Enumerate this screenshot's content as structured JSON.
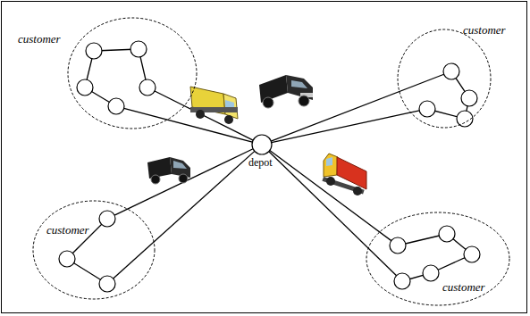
{
  "diagram": {
    "nodes": [
      {
        "text": [
          "customer"
        ]
      },
      {
        "text": [
          "customer"
        ]
      },
      {
        "text": [
          "depot"
        ]
      },
      {
        "text": [
          "customer"
        ]
      },
      {
        "text": [
          "customer"
        ]
      }
    ],
    "edges": [
      {
        "from": 2,
        "to": 0,
        "arrow": "none"
      },
      {
        "from": 2,
        "to": 0,
        "arrow": "none"
      },
      {
        "from": 2,
        "to": 1,
        "arrow": "none"
      },
      {
        "from": 2,
        "to": 1,
        "arrow": "none"
      },
      {
        "from": 2,
        "to": 3,
        "arrow": "none"
      },
      {
        "from": 2,
        "to": 3,
        "arrow": "none"
      },
      {
        "from": 2,
        "to": 4,
        "arrow": "none"
      },
      {
        "from": 2,
        "to": 4,
        "arrow": "none"
      }
    ]
  }
}
